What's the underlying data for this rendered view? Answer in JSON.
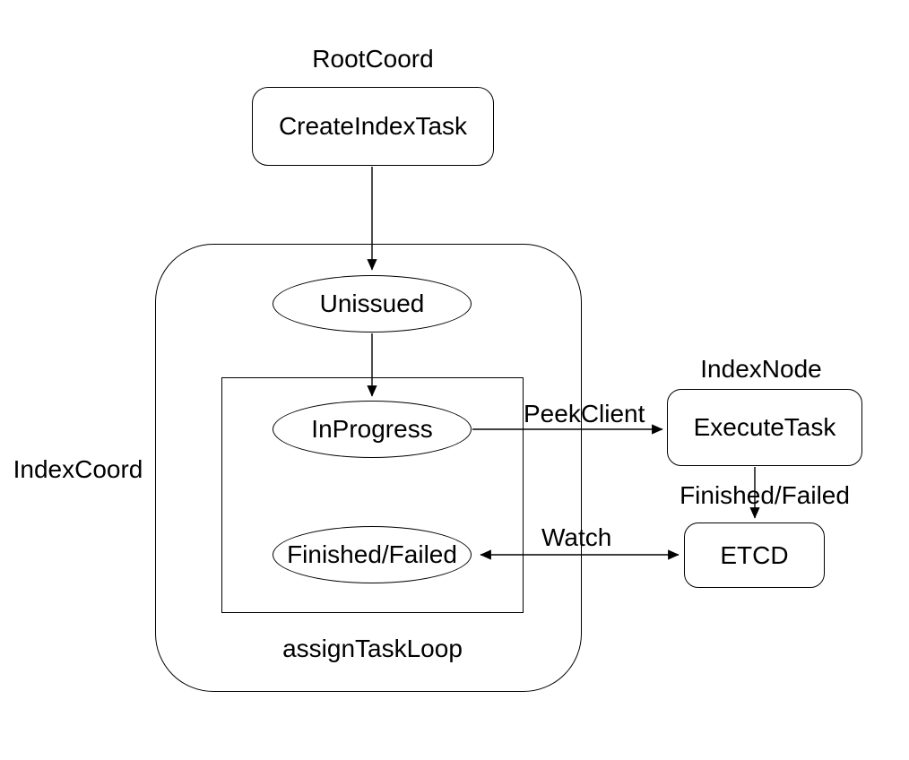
{
  "groups": {
    "root_coord": "RootCoord",
    "index_coord": "IndexCoord",
    "index_node": "IndexNode",
    "assign_task_loop": "assignTaskLoop"
  },
  "nodes": {
    "create_index_task": "CreateIndexTask",
    "unissued": "Unissued",
    "in_progress": "InProgress",
    "finished_failed": "Finished/Failed",
    "execute_task": "ExecuteTask",
    "etcd": "ETCD"
  },
  "edges": {
    "peek_client": "PeekClient",
    "finished_failed": "Finished/Failed",
    "watch": "Watch"
  },
  "colors": {
    "stroke": "#000000",
    "text": "#000000",
    "background": "#ffffff"
  }
}
